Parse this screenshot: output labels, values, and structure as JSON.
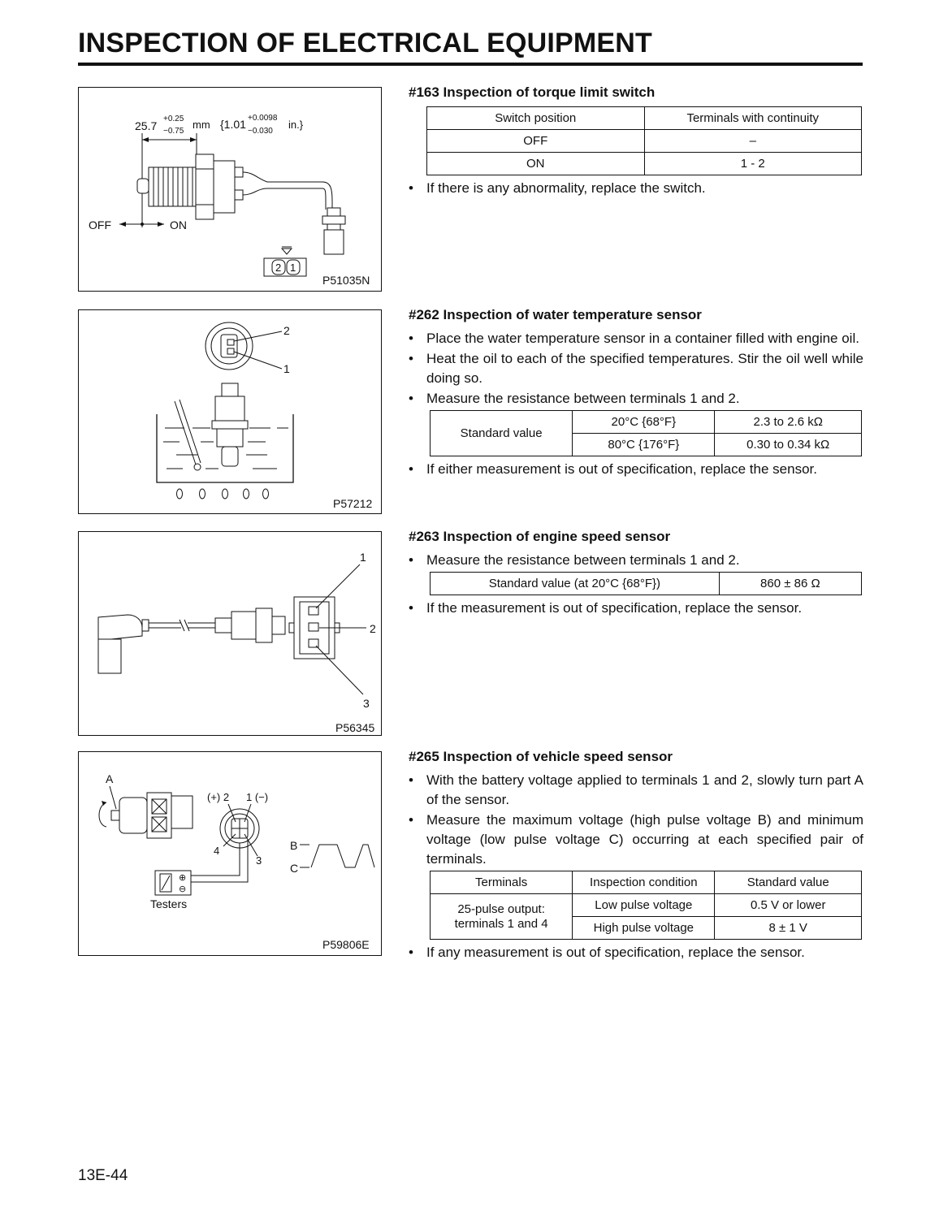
{
  "page": {
    "title": "INSPECTION OF ELECTRICAL EQUIPMENT",
    "page_number": "13E-44"
  },
  "fig163": {
    "code": "P51035N",
    "dim_main": "25.7",
    "dim_tol_plus": "+0.25",
    "dim_tol_minus": "−0.75",
    "dim_unit": "mm",
    "dim_in_open": "{1.01",
    "dim_in_plus": "+0.0098",
    "dim_in_minus": "−0.030",
    "dim_in_close": "in.}",
    "off": "OFF",
    "on": "ON",
    "pin2": "2",
    "pin1": "1"
  },
  "fig262": {
    "code": "P57212",
    "label2": "2",
    "label1": "1"
  },
  "fig263": {
    "code": "P56345",
    "label1": "1",
    "label2": "2",
    "label3": "3"
  },
  "fig265": {
    "code": "P59806E",
    "A": "A",
    "plus2": "(+) 2",
    "minus1": "1 (−)",
    "t4": "4",
    "t3": "3",
    "B": "B",
    "C": "C",
    "testers": "Testers"
  },
  "s163": {
    "title": "#163 Inspection of torque limit switch",
    "table": {
      "headers": [
        "Switch position",
        "Terminals with continuity"
      ],
      "rows": [
        [
          "OFF",
          "–"
        ],
        [
          "ON",
          "1 - 2"
        ]
      ]
    },
    "bullets": [
      "If there is any abnormality, replace the switch."
    ]
  },
  "s262": {
    "title": "#262 Inspection of water temperature sensor",
    "bullets": [
      "Place the water temperature sensor in a container filled with engine oil.",
      "Heat the oil to each of the specified temperatures. Stir the oil well while doing so.",
      "Measure the resistance between terminals 1 and 2."
    ],
    "table": {
      "label": "Standard value",
      "rows": [
        [
          "20°C {68°F}",
          "2.3 to 2.6 kΩ"
        ],
        [
          "80°C {176°F}",
          "0.30 to 0.34 kΩ"
        ]
      ]
    },
    "after": "If either measurement is out of specification, replace the sensor."
  },
  "s263": {
    "title": "#263 Inspection of engine speed sensor",
    "bullets": [
      "Measure the resistance between terminals 1 and 2."
    ],
    "table": {
      "label": "Standard value (at 20°C {68°F})",
      "value": "860 ± 86 Ω"
    },
    "after": "If the measurement is out of specification, replace the sensor."
  },
  "s265": {
    "title": "#265 Inspection of vehicle speed sensor",
    "bullets": [
      "With the battery voltage applied to terminals 1 and 2, slowly turn part A of the sensor.",
      "Measure the maximum voltage (high pulse voltage B) and minimum voltage (low pulse voltage C) occurring at each specified pair of terminals."
    ],
    "table": {
      "headers": [
        "Terminals",
        "Inspection condition",
        "Standard value"
      ],
      "group": "25-pulse output: terminals 1 and 4",
      "rows": [
        [
          "Low pulse voltage",
          "0.5 V or lower"
        ],
        [
          "High pulse voltage",
          "8 ± 1 V"
        ]
      ]
    },
    "after": "If any measurement is out of specification, replace the sensor."
  }
}
